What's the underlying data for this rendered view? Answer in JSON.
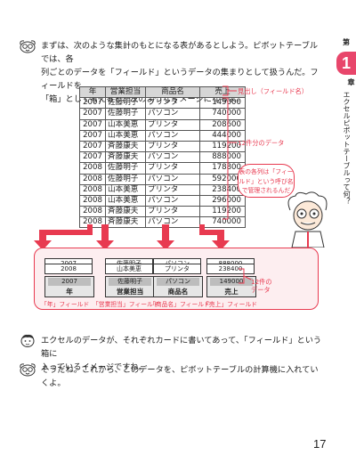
{
  "side_tab": {
    "dai": "第",
    "num": "1",
    "chap": "章",
    "title": "エクセルピボットテーブルって何？"
  },
  "intro": {
    "line1": "まずは、次のような集計のもとになる表があるとしよう。ピボットテーブルでは、各",
    "line2": "列ごとのデータを「フィールド」というデータの集まりとして扱うんだ。フィールドを",
    "line3": "「箱」として考えると、次のようなイメージになるよ。"
  },
  "table": {
    "headers": [
      "年",
      "営業担当",
      "商品名",
      "売上"
    ],
    "rows": [
      [
        "2007",
        "佐藤明子",
        "プリンタ",
        "149000"
      ],
      [
        "2007",
        "佐藤明子",
        "パソコン",
        "740000"
      ],
      [
        "2007",
        "山本美恵",
        "プリンタ",
        "208600"
      ],
      [
        "2007",
        "山本美恵",
        "パソコン",
        "444000"
      ],
      [
        "2007",
        "斉藤康夫",
        "プリンタ",
        "119200"
      ],
      [
        "2007",
        "斉藤康夫",
        "パソコン",
        "888000"
      ],
      [
        "2008",
        "佐藤明子",
        "プリンタ",
        "178800"
      ],
      [
        "2008",
        "佐藤明子",
        "パソコン",
        "592000"
      ],
      [
        "2008",
        "山本美恵",
        "プリンタ",
        "238400"
      ],
      [
        "2008",
        "山本美恵",
        "パソコン",
        "296000"
      ],
      [
        "2008",
        "斉藤康夫",
        "プリンタ",
        "119200"
      ],
      [
        "2008",
        "斉藤康夫",
        "パソコン",
        "740000"
      ]
    ]
  },
  "annotations": {
    "heading": "見出し（フィールド名）",
    "rows12": "12件分のデータ",
    "rows12b": "12件の",
    "rows12c": "データ"
  },
  "bubble": {
    "l1": "表の各列は「フィー",
    "l2": "ルド」という呼び名",
    "l3": "で管理されるんだ"
  },
  "boxes": [
    {
      "cards": [
        "2007",
        "2008"
      ],
      "front_label": "2007",
      "name": "年",
      "caption": "「年」フィールド"
    },
    {
      "cards": [
        "佐藤明子",
        "山本美恵"
      ],
      "front_label": "佐藤明子",
      "name": "営業担当",
      "caption": "「営業担当」フィールド"
    },
    {
      "cards": [
        "パソコン",
        "プリンタ"
      ],
      "front_label": "パソコン",
      "name": "商品名",
      "caption": "「商品名」フィールド"
    },
    {
      "cards": [
        "888000",
        "238400"
      ],
      "front_label": "149000",
      "name": "売上",
      "caption": "「売上」フィールド"
    }
  ],
  "dialog": {
    "student_line1": "エクセルのデータが、それぞれカードに書いてあって、「フィールド」という箱に",
    "student_line2": "入っているイメージですね。",
    "prof_line": "そうだね。これから、このデータを、ピボットテーブルの計算機に入れていくよ。"
  },
  "page_number": "17",
  "colors": {
    "accent": "#e83a50",
    "tab": "#e8466b"
  }
}
